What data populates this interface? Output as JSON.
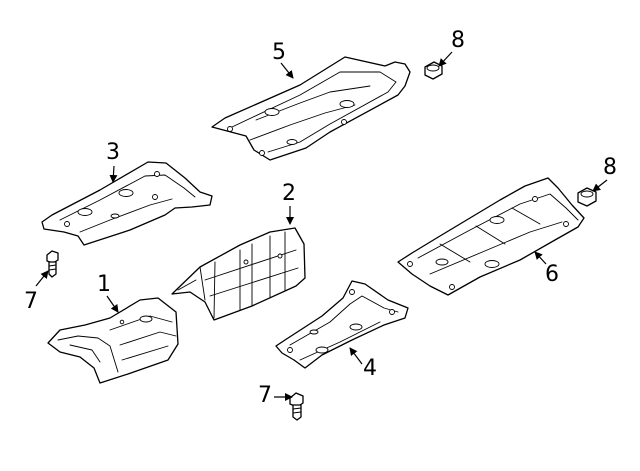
{
  "callouts": {
    "c1": "1",
    "c2": "2",
    "c3": "3",
    "c4": "4",
    "c5": "5",
    "c6": "6",
    "c7a": "7",
    "c7b": "7",
    "c8a": "8",
    "c8b": "8"
  },
  "colors": {
    "line": "#000000",
    "fill": "#ffffff"
  }
}
